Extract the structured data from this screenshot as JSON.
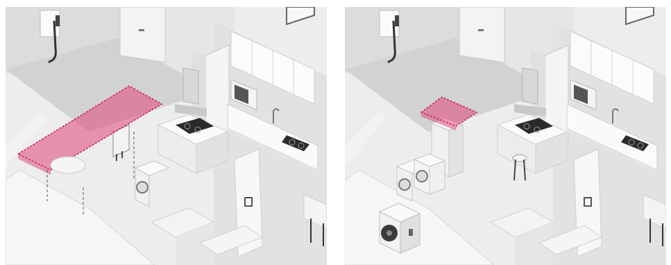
{
  "panels": [
    {
      "id": "left",
      "variant": "indoor-unit-overhead",
      "highlight_color": "#e0457b"
    },
    {
      "id": "right",
      "variant": "indoor-unit-floor-with-outdoor-unit",
      "highlight_color": "#e0457b"
    }
  ],
  "icons": [
    "shower-icon",
    "microwave-icon",
    "cooktop-icon",
    "faucet-icon",
    "washing-machine-icon",
    "dryer-icon",
    "range-hood-icon",
    "bar-stool-icon",
    "air-conditioner-outdoor-unit-icon",
    "door-icon"
  ]
}
